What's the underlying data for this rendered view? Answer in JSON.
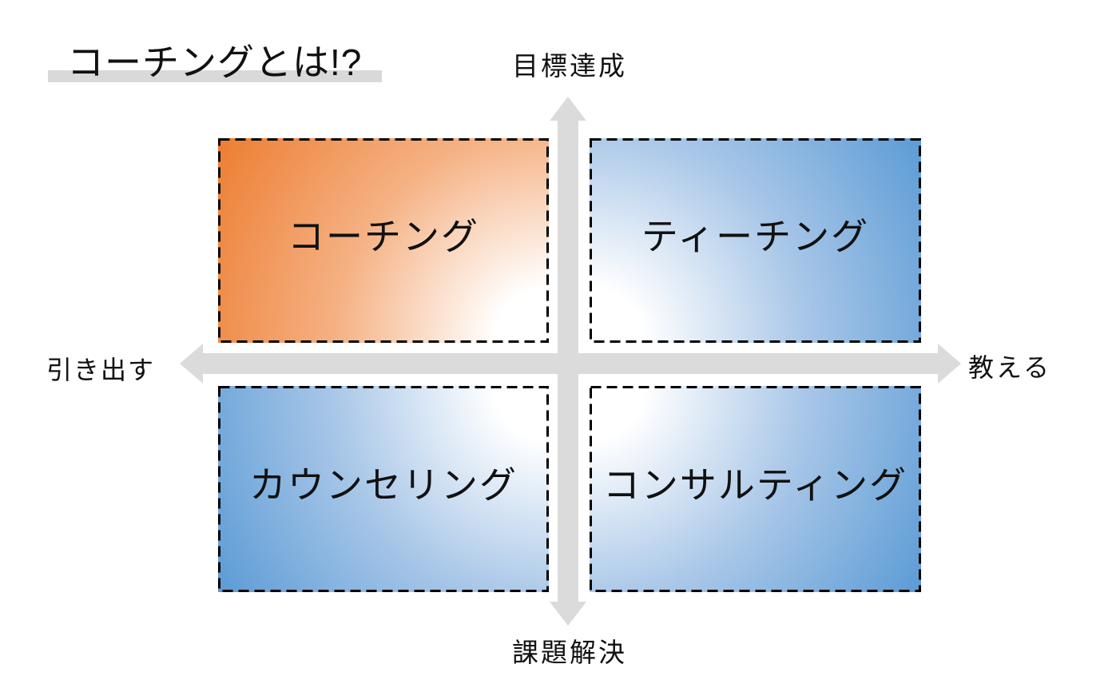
{
  "title": {
    "text": "コーチングとは!?"
  },
  "axes": {
    "top": "目標達成",
    "bottom": "課題解決",
    "left": "引き出す",
    "right": "教える"
  },
  "quadrants": {
    "top_left": {
      "label": "コーチング",
      "theme": "orange"
    },
    "top_right": {
      "label": "ティーチング",
      "theme": "blue"
    },
    "bottom_left": {
      "label": "カウンセリング",
      "theme": "blue"
    },
    "bottom_right": {
      "label": "コンサルティング",
      "theme": "blue"
    }
  },
  "colors": {
    "accent_orange": "#ED7D31",
    "accent_orange_mid": "#F5B183",
    "accent_blue": "#5B9BD5",
    "accent_blue_mid": "#A9C7E8",
    "axis_gray": "#DBDBDB",
    "title_bar_gray": "#D9D9D9",
    "border_black": "#000000",
    "text_black": "#111111"
  }
}
